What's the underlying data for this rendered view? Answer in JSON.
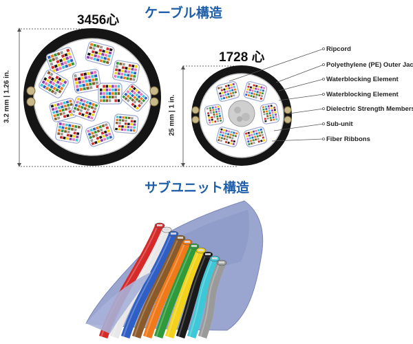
{
  "titles": {
    "cable_structure": "ケーブル構造",
    "subunit_structure": "サブユニット構造"
  },
  "cable_3456": {
    "count": "3456心",
    "dimension": "3.2 mm  |  1.26 in."
  },
  "cable_1728": {
    "count": "1728 心",
    "dimension": "25 mm  |  1 in."
  },
  "legend": [
    {
      "label": "Ripcord"
    },
    {
      "label": "Polyethylene (PE) Outer Jacket"
    },
    {
      "label": "Waterblocking Element"
    },
    {
      "label": "Waterblocking Element"
    },
    {
      "label": "Dielectric Strength Members"
    },
    {
      "label": "Sub-unit"
    },
    {
      "label": "Fiber Ribbons"
    }
  ],
  "colors": {
    "title_blue": "#1f5ea8",
    "jacket": "#1a1a1a",
    "strength_member": "#c8b98a",
    "ribbon_blue": "#9aa6d0",
    "fiber_colors": [
      "#2f5fc4",
      "#f07a1a",
      "#2e9a3a",
      "#8a5a2b",
      "#9a9a9a",
      "#f2f2f2",
      "#d62a2a",
      "#1a1a1a",
      "#f2d21a",
      "#8e3fb0",
      "#e87ab8",
      "#3ec7d6"
    ]
  }
}
